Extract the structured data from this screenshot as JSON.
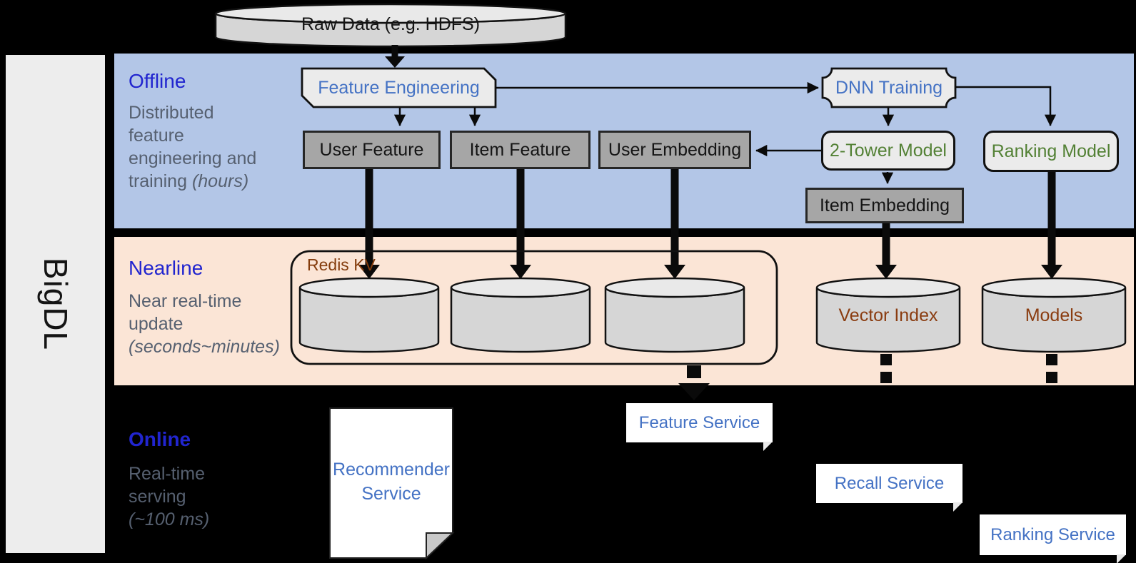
{
  "sidebar": {
    "brand": "BigDL"
  },
  "raw_data": {
    "label": "Raw Data (e.g. HDFS)"
  },
  "offline": {
    "title": "Offline",
    "subtitle": "Distributed feature engineering and training ",
    "subtitle_italic": "(hours)",
    "nodes": {
      "feature_engineering": "Feature Engineering",
      "dnn_training": "DNN Training",
      "user_feature": "User Feature",
      "item_feature": "Item Feature",
      "user_embedding": "User Embedding",
      "two_tower_model": "2-Tower Model",
      "ranking_model": "Ranking Model",
      "item_embedding": "Item Embedding"
    }
  },
  "nearline": {
    "title": "Nearline",
    "subtitle": "Near real-time update ",
    "subtitle_italic": "(seconds~minutes)",
    "redis_label": "Redis KV",
    "vector_index": "Vector Index",
    "models": "Models"
  },
  "online": {
    "title": "Online",
    "subtitle": "Real-time serving ",
    "subtitle_italic": "(~100 ms)",
    "recommender_service": "Recommender Service",
    "feature_service": "Feature Service",
    "recall_service": "Recall Service",
    "ranking_service": "Ranking Service"
  },
  "colors": {
    "offline_band": "#b3c6e7",
    "nearline_band": "#fbe5d6",
    "online_band": "#000000",
    "section_title_blue": "#2125cf",
    "subtitle_gray": "#566070",
    "node_blue_text": "#4472c4",
    "node_green_text": "#538135",
    "storage_brown_text": "#8a3c10",
    "gray_box_fill": "#a6a6a6",
    "light_box_fill": "#ebebeb",
    "cylinder_fill": "#d6d6d6",
    "sidebar_fill": "#ededed"
  }
}
